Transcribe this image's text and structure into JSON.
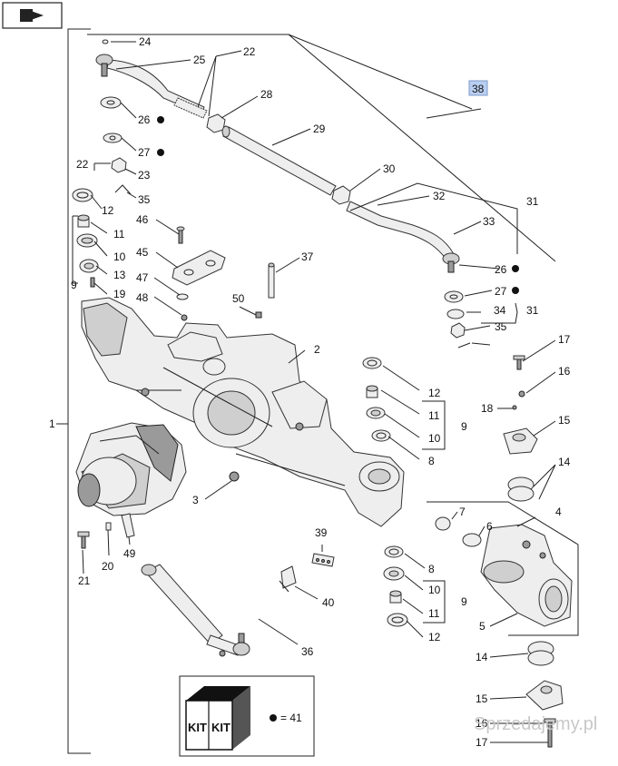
{
  "callouts": {
    "c1": "1",
    "c2": "2",
    "c3": "3",
    "c4": "4",
    "c5": "5",
    "c6": "6",
    "c7": "7",
    "c8a": "8",
    "c8b": "8",
    "c9a": "9",
    "c9b": "9",
    "c9c": "9",
    "c10a": "10",
    "c10b": "10",
    "c10c": "10",
    "c11a": "11",
    "c11b": "11",
    "c11c": "11",
    "c12a": "12",
    "c12b": "12",
    "c12c": "12",
    "c13": "13",
    "c14a": "14",
    "c14b": "14",
    "c15a": "15",
    "c15b": "15",
    "c16a": "16",
    "c16b": "16",
    "c17a": "17",
    "c17b": "17",
    "c18": "18",
    "c19": "19",
    "c20": "20",
    "c21": "21",
    "c22a": "22",
    "c22b": "22",
    "c23": "23",
    "c24": "24",
    "c25": "25",
    "c26a": "26",
    "c26b": "26",
    "c27a": "27",
    "c27b": "27",
    "c28": "28",
    "c29": "29",
    "c30": "30",
    "c31a": "31",
    "c31b": "31",
    "c32": "32",
    "c33": "33",
    "c34": "34",
    "c35a": "35",
    "c35b": "35",
    "c36": "36",
    "c37": "37",
    "c38": "38",
    "c39": "39",
    "c40": "40",
    "c45": "45",
    "c46": "46",
    "c47": "47",
    "c48": "48",
    "c49": "49",
    "c50": "50"
  },
  "kit_legend": {
    "kit_label_1": "KIT",
    "kit_label_2": "KIT",
    "equals_text": "= 41"
  },
  "watermark": "Sprzedajemy.pl",
  "colors": {
    "highlight": "#b9cff1",
    "line": "#222222"
  },
  "icons": [
    "book-arrow-icon",
    "kit-box-icon",
    "bullet-dot-icon"
  ]
}
